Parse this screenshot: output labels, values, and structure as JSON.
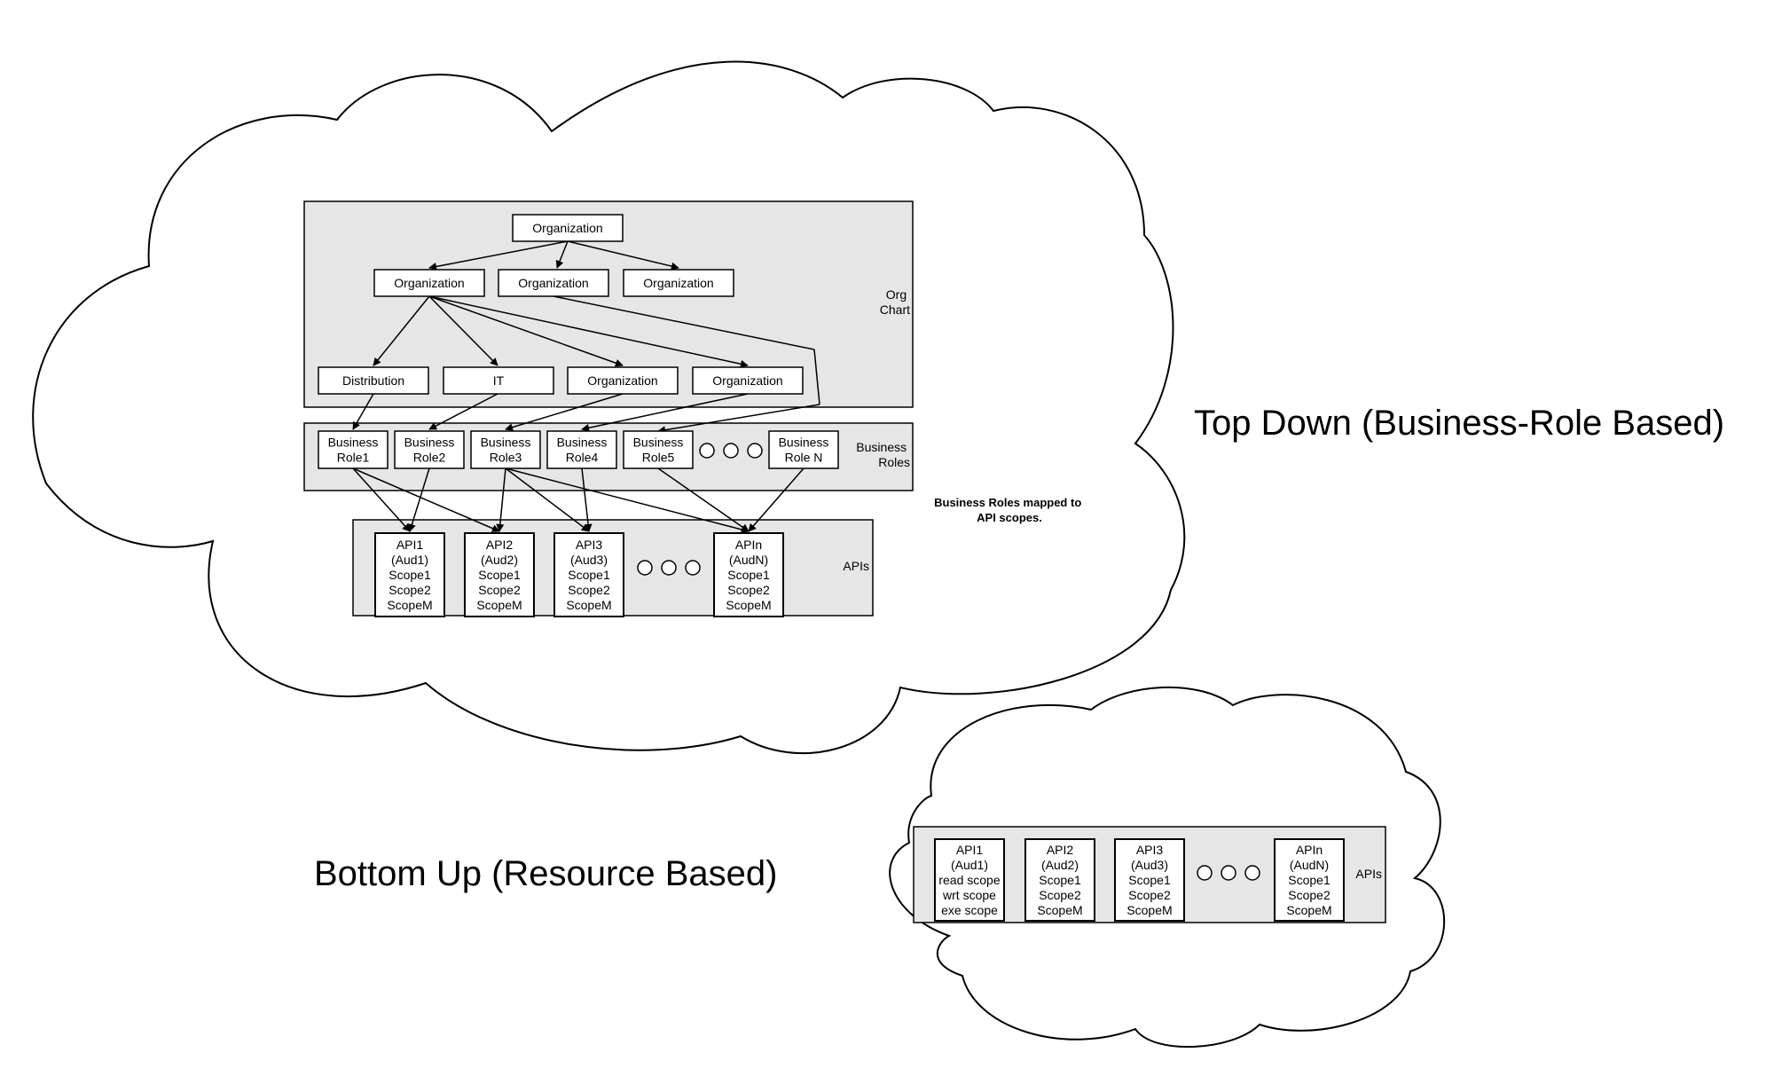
{
  "captions": {
    "top_down": "Top Down (Business-Role Based)",
    "bottom_up": "Bottom Up (Resource Based)",
    "mapping_note": [
      "Business Roles mapped to",
      "API scopes."
    ]
  },
  "top_diagram": {
    "org_chart": {
      "label": [
        "Org",
        "Chart"
      ],
      "root": "Organization",
      "level2": [
        "Organization",
        "Organization",
        "Organization"
      ],
      "level3": [
        "Distribution",
        "IT",
        "Organization",
        "Organization"
      ]
    },
    "business_roles": {
      "label": [
        "Business",
        "Roles"
      ],
      "roles": [
        [
          "Business",
          "Role1"
        ],
        [
          "Business",
          "Role2"
        ],
        [
          "Business",
          "Role3"
        ],
        [
          "Business",
          "Role4"
        ],
        [
          "Business",
          "Role5"
        ],
        [
          "Business",
          "Role N"
        ]
      ]
    },
    "apis": {
      "label": "APIs",
      "items": [
        [
          "API1",
          "(Aud1)",
          "Scope1",
          "Scope2",
          "ScopeM"
        ],
        [
          "API2",
          "(Aud2)",
          "Scope1",
          "Scope2",
          "ScopeM"
        ],
        [
          "API3",
          "(Aud3)",
          "Scope1",
          "Scope2",
          "ScopeM"
        ],
        [
          "APIn",
          "(AudN)",
          "Scope1",
          "Scope2",
          "ScopeM"
        ]
      ]
    }
  },
  "bottom_diagram": {
    "apis": {
      "label": "APIs",
      "items": [
        [
          "API1",
          "(Aud1)",
          "read scope",
          "wrt scope",
          "exe scope"
        ],
        [
          "API2",
          "(Aud2)",
          "Scope1",
          "Scope2",
          "ScopeM"
        ],
        [
          "API3",
          "(Aud3)",
          "Scope1",
          "Scope2",
          "ScopeM"
        ],
        [
          "APIn",
          "(AudN)",
          "Scope1",
          "Scope2",
          "ScopeM"
        ]
      ]
    }
  }
}
